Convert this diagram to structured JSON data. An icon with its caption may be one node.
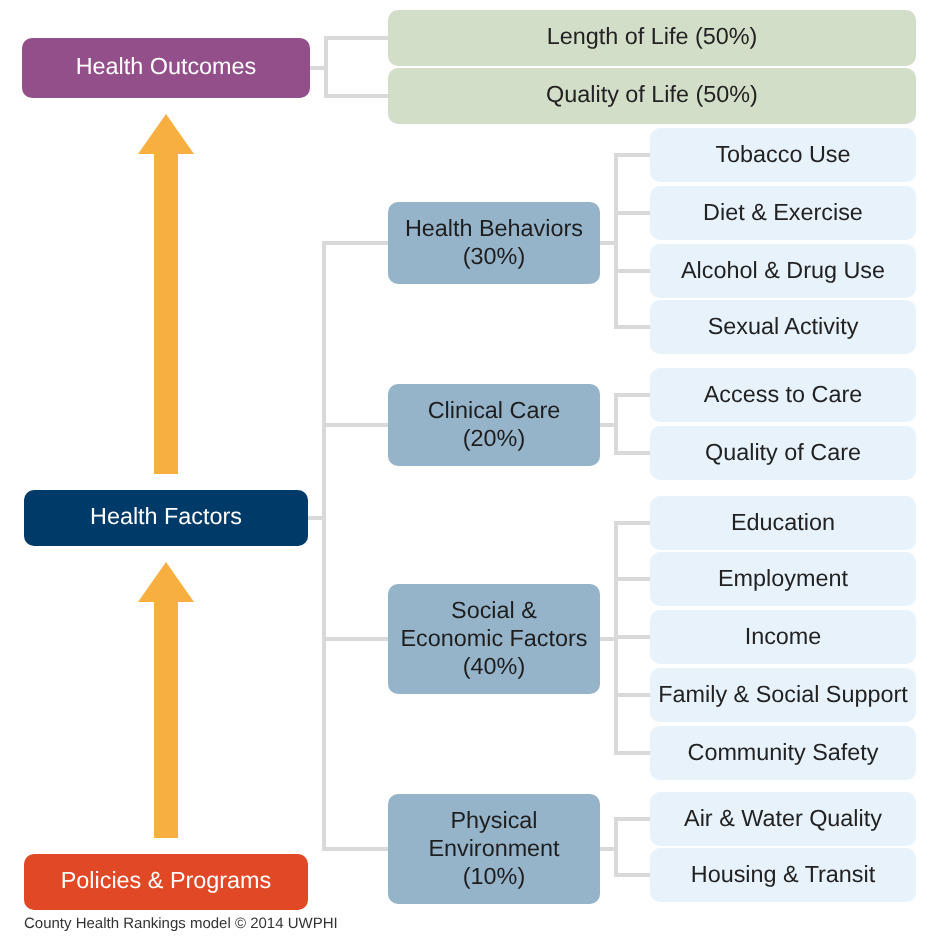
{
  "diagram": {
    "caption": "County Health Rankings model © 2014 UWPHI",
    "nodes": [
      {
        "text": [
          "Health Outcomes"
        ]
      },
      {
        "text": [
          "Length of Life (50%)"
        ]
      },
      {
        "text": [
          "Quality of Life (50%)"
        ]
      },
      {
        "text": [
          "Health Factors"
        ]
      },
      {
        "text": [
          "Health Behaviors (30%)"
        ]
      },
      {
        "text": [
          "Tobacco Use"
        ]
      },
      {
        "text": [
          "Diet & Exercise"
        ]
      },
      {
        "text": [
          "Alcohol & Drug Use"
        ]
      },
      {
        "text": [
          "Sexual Activity"
        ]
      },
      {
        "text": [
          "Clinical Care (20%)"
        ]
      },
      {
        "text": [
          "Access to Care"
        ]
      },
      {
        "text": [
          "Quality of Care"
        ]
      },
      {
        "text": [
          "Social & Economic Factors (40%)"
        ]
      },
      {
        "text": [
          "Education"
        ]
      },
      {
        "text": [
          "Employment"
        ]
      },
      {
        "text": [
          "Income"
        ]
      },
      {
        "text": [
          "Family & Social Support"
        ]
      },
      {
        "text": [
          "Community Safety"
        ]
      },
      {
        "text": [
          "Physical Environment (10%)"
        ]
      },
      {
        "text": [
          "Air & Water Quality"
        ]
      },
      {
        "text": [
          "Housing & Transit"
        ]
      },
      {
        "text": [
          "Policies & Programs"
        ]
      }
    ],
    "edges": [
      {
        "from": 0,
        "to": 1,
        "arrow": "none"
      },
      {
        "from": 0,
        "to": 2,
        "arrow": "none"
      },
      {
        "from": 3,
        "to": 0,
        "arrow": "to",
        "style": "thick",
        "color": "#f7b03f"
      },
      {
        "from": 3,
        "to": 4,
        "arrow": "none"
      },
      {
        "from": 3,
        "to": 9,
        "arrow": "none"
      },
      {
        "from": 3,
        "to": 12,
        "arrow": "none"
      },
      {
        "from": 3,
        "to": 18,
        "arrow": "none"
      },
      {
        "from": 4,
        "to": 5,
        "arrow": "none"
      },
      {
        "from": 4,
        "to": 6,
        "arrow": "none"
      },
      {
        "from": 4,
        "to": 7,
        "arrow": "none"
      },
      {
        "from": 4,
        "to": 8,
        "arrow": "none"
      },
      {
        "from": 9,
        "to": 10,
        "arrow": "none"
      },
      {
        "from": 9,
        "to": 11,
        "arrow": "none"
      },
      {
        "from": 12,
        "to": 13,
        "arrow": "none"
      },
      {
        "from": 12,
        "to": 14,
        "arrow": "none"
      },
      {
        "from": 12,
        "to": 15,
        "arrow": "none"
      },
      {
        "from": 12,
        "to": 16,
        "arrow": "none"
      },
      {
        "from": 12,
        "to": 17,
        "arrow": "none"
      },
      {
        "from": 18,
        "to": 19,
        "arrow": "none"
      },
      {
        "from": 18,
        "to": 20,
        "arrow": "none"
      },
      {
        "from": 21,
        "to": 3,
        "arrow": "to",
        "style": "thick",
        "color": "#f7b03f"
      }
    ]
  }
}
